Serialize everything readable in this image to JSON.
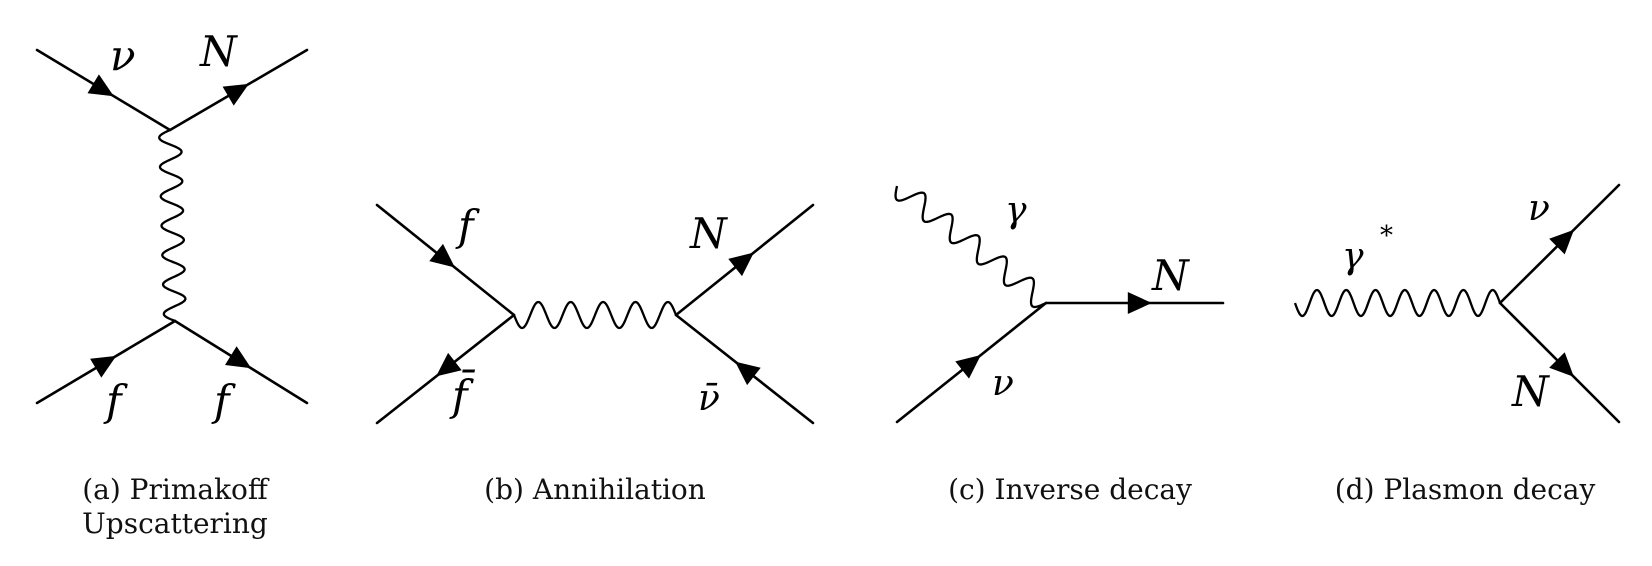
{
  "diagrams": {
    "a": {
      "particles": {
        "top_left": "ν",
        "top_right": "N",
        "bottom_left": "f",
        "bottom_right": "f"
      },
      "caption_line1": "(a) Primakoff",
      "caption_line2": "Upscattering"
    },
    "b": {
      "particles": {
        "top_left": "f",
        "bottom_left": "f̄",
        "top_right": "N",
        "bottom_right": "ν̄"
      },
      "caption": "(b) Annihilation"
    },
    "c": {
      "particles": {
        "photon": "γ",
        "outgoing": "N",
        "incoming": "ν"
      },
      "caption": "(c) Inverse decay"
    },
    "d": {
      "particles": {
        "photon": "γ",
        "photon_sup": "*",
        "top": "ν",
        "bottom": "N"
      },
      "caption": "(d) Plasmon decay"
    }
  }
}
